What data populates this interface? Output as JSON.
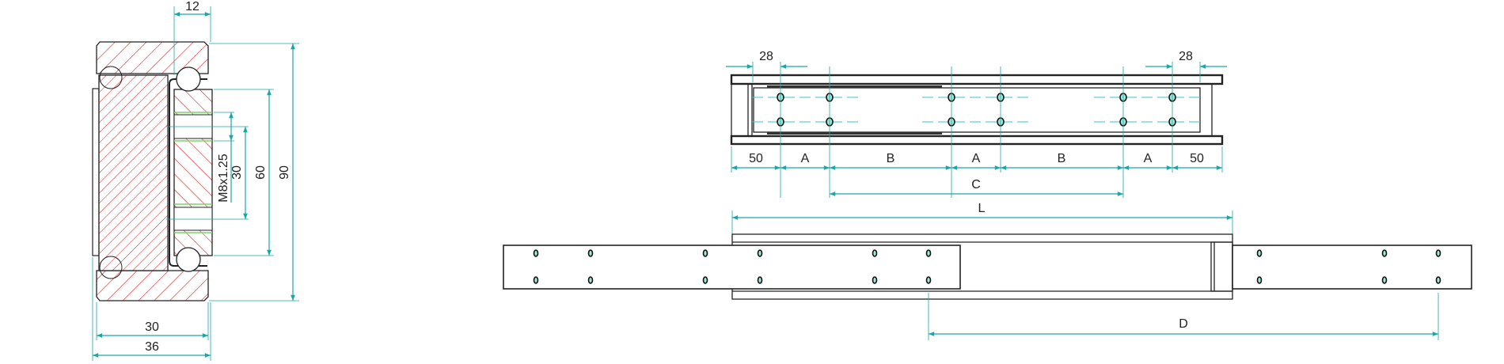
{
  "section_view": {
    "dim_top_width": "12",
    "dim_total_height": "90",
    "dim_hole_span": "60",
    "dim_hole_pitch": "30",
    "dim_thread": "M8x1.25",
    "dim_width_30": "30",
    "dim_width_36": "36"
  },
  "top_view": {
    "dim_left_28": "28",
    "dim_right_28": "28",
    "chain": [
      "50",
      "A",
      "B",
      "A",
      "B",
      "A",
      "50"
    ],
    "dim_c": "C"
  },
  "extended_view": {
    "dim_l": "L",
    "dim_d": "D"
  },
  "colors": {
    "dimension": "#1aa7a7",
    "hatch": "#e02020",
    "outline": "#222222"
  }
}
